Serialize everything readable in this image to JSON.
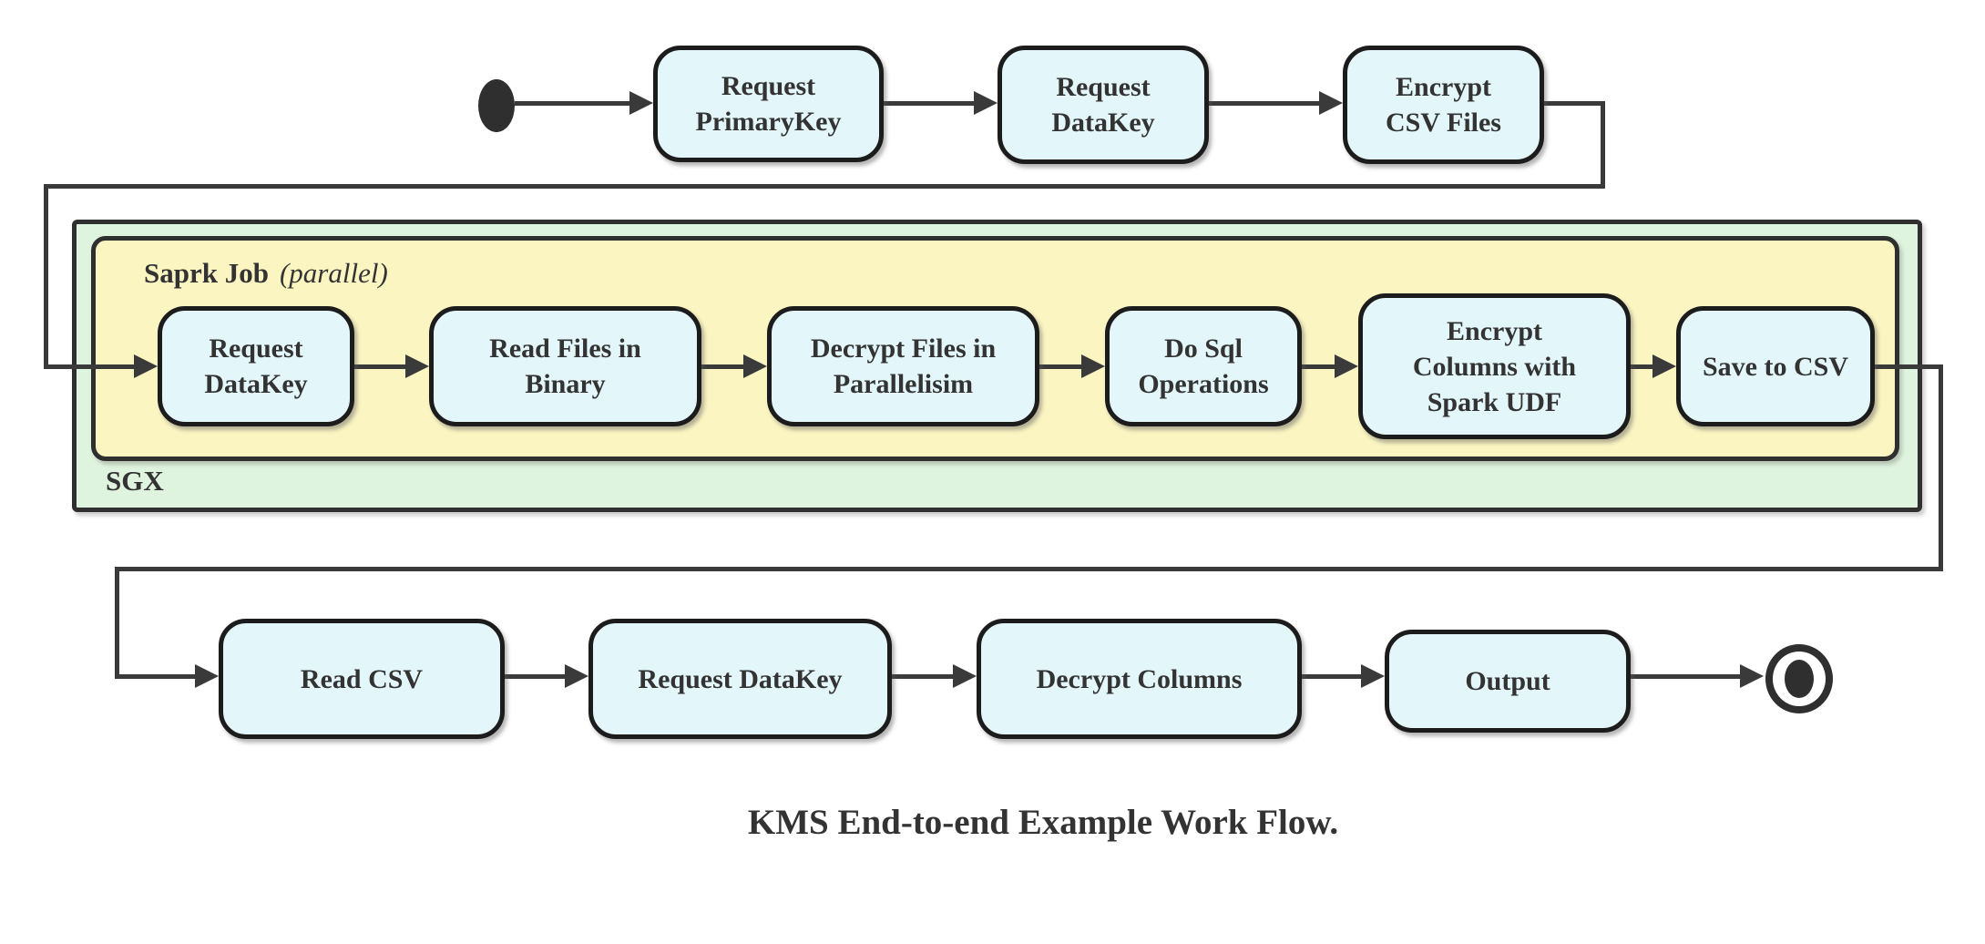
{
  "diagram": {
    "caption": "KMS End-to-end Example Work Flow.",
    "colors": {
      "node_fill": "#e3f6fa",
      "node_border": "#1c1c1c",
      "sgx_fill": "#dff4de",
      "spark_fill": "#fbf5c2",
      "container_border": "#2f2f2f",
      "line": "#3a3a3a",
      "text": "#333333",
      "start_fill": "#2f2f2f"
    },
    "start_node": {
      "type": "initial-state"
    },
    "end_node": {
      "type": "final-state"
    },
    "top_row": [
      {
        "label": "Request\nPrimaryKey"
      },
      {
        "label": "Request\nDataKey"
      },
      {
        "label": "Encrypt\nCSV Files"
      }
    ],
    "sgx": {
      "label": "SGX",
      "spark_job": {
        "title": "Saprk Job",
        "qualifier": "(parallel)",
        "nodes": [
          {
            "label": "Request\nDataKey"
          },
          {
            "label": "Read Files in\nBinary"
          },
          {
            "label": "Decrypt Files in\nParallelisim"
          },
          {
            "label": "Do Sql\nOperations"
          },
          {
            "label": "Encrypt\nColumns with\nSpark UDF"
          },
          {
            "label": "Save to CSV"
          }
        ]
      }
    },
    "bottom_row": [
      {
        "label": "Read CSV"
      },
      {
        "label": "Request DataKey"
      },
      {
        "label": "Decrypt Columns"
      },
      {
        "label": "Output"
      }
    ]
  }
}
